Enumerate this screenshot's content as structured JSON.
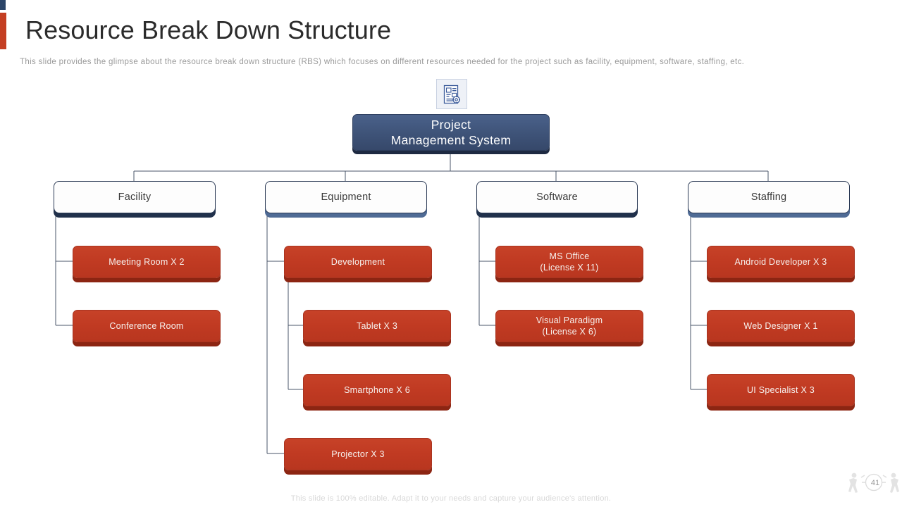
{
  "slide": {
    "title": "Resource Break Down Structure",
    "subtitle": "This slide provides the glimpse about the resource break down structure (RBS) which focuses on different resources needed for the project such as facility, equipment, software, staffing, etc.",
    "footer_note": "This slide is 100% editable. Adapt it to your needs and capture your audience's attention.",
    "page_number": "41",
    "colors": {
      "accent_navy": "#2b4568",
      "accent_red": "#c43e22",
      "root_fill": "#3e5378",
      "root_shadow": "#1e2a42",
      "category_border": "#2b3a55",
      "category_shadow_dark": "#20304b",
      "category_shadow_steel": "#4f6b95",
      "leaf_fill": "#c03a22",
      "leaf_shadow": "#8c2512",
      "connector": "#4a5568",
      "title_text": "#2b2b2b",
      "subtitle_text": "#9a9a9a"
    }
  },
  "badge": {
    "icon": "document-gear-icon"
  },
  "tree": {
    "root": {
      "line1": "Project",
      "line2": "Management System"
    },
    "categories": [
      {
        "label": "Facility",
        "shadow": "dark"
      },
      {
        "label": "Equipment",
        "shadow": "steel"
      },
      {
        "label": "Software",
        "shadow": "dark"
      },
      {
        "label": "Staffing",
        "shadow": "steel"
      }
    ],
    "leaves": {
      "facility": [
        {
          "line1": "Meeting Room X 2",
          "line2": ""
        },
        {
          "line1": "Conference Room",
          "line2": ""
        }
      ],
      "equipment": [
        {
          "line1": "Development",
          "line2": ""
        },
        {
          "line1": "Tablet X 3",
          "line2": ""
        },
        {
          "line1": "Smartphone X 6",
          "line2": ""
        },
        {
          "line1": "Projector X 3",
          "line2": ""
        }
      ],
      "software": [
        {
          "line1": "MS Office",
          "line2": "(License X 11)"
        },
        {
          "line1": "Visual Paradigm",
          "line2": "(License X 6)"
        }
      ],
      "staffing": [
        {
          "line1": "Android Developer X 3",
          "line2": ""
        },
        {
          "line1": "Web Designer X 1",
          "line2": ""
        },
        {
          "line1": "UI Specialist X 3",
          "line2": ""
        }
      ]
    }
  }
}
